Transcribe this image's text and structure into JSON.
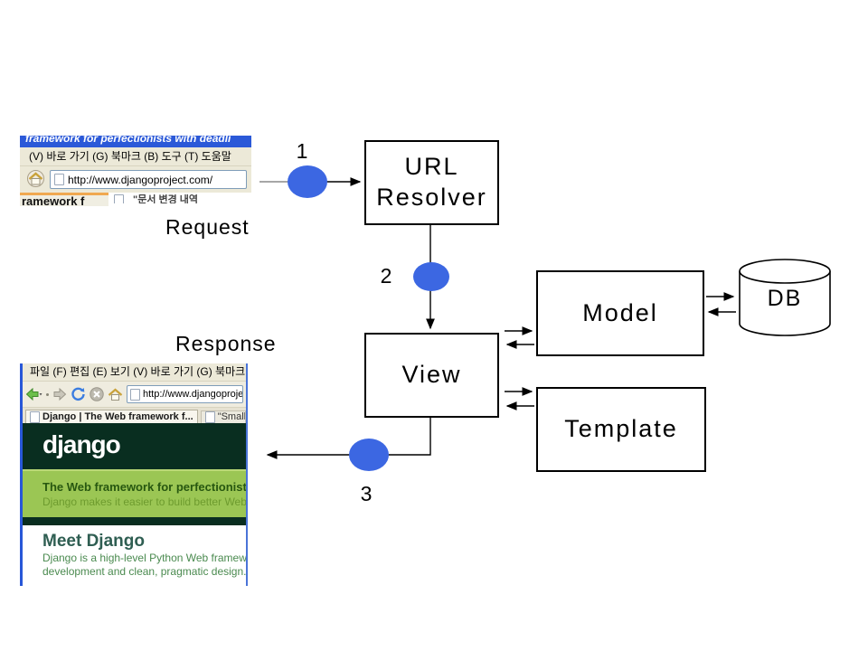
{
  "diagram": {
    "request_label": "Request",
    "response_label": "Response",
    "steps": {
      "s1": "1",
      "s2": "2",
      "s3": "3"
    },
    "nodes": {
      "url_resolver_line1": "URL",
      "url_resolver_line2": "Resolver",
      "view": "View",
      "model": "Model",
      "template": "Template",
      "db": "DB"
    },
    "colors": {
      "step_circle_blue": "#3c67e2",
      "connector_line": "#000000"
    }
  },
  "request_browser": {
    "window_title_partial": "framework for perfectionists with deadli",
    "menu_bar": "(V)   바로 가기 (G)   북마크 (B)   도구 (T)   도움말",
    "address_url": "http://www.djangoproject.com/",
    "tab_active_partial": "ramework f",
    "tab_other_partial": "\"문서 변경 내역",
    "colors": {
      "title_bar_blue": "#2b59d8",
      "chrome_gray": "#ece9d8",
      "active_tab_orange": "#f0a850"
    }
  },
  "response_browser": {
    "menu_bar": "파일 (F)   편집 (E)   보기 (V)   바로 가기 (G)   북마크 (B)",
    "address_url": "http://www.djangoproje",
    "tab1_title": "Django | The Web framework f...",
    "tab2_title": "\"SmallProgram",
    "site": {
      "logo": "django",
      "banner_headline": "The Web framework for perfectionists with",
      "banner_subline": "Django makes it easier to build better Web app",
      "section_heading": "Meet Django",
      "body_line1": "Django is a high-level Python Web framewor",
      "body_line2": "development and clean, pragmatic design."
    },
    "colors": {
      "django_dark_green": "#092e20",
      "django_light_green": "#9bc654"
    }
  }
}
